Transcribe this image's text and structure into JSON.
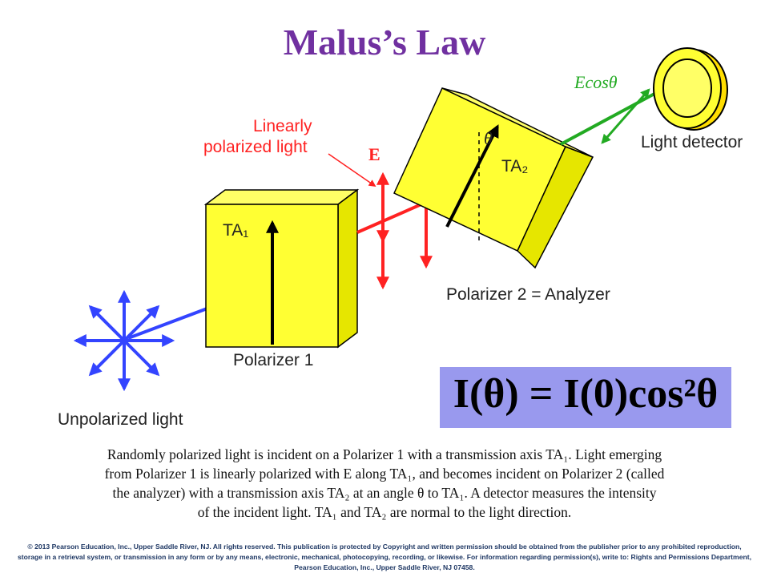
{
  "title": "Malus’s Law",
  "labels": {
    "e_cos": "Ecosθ",
    "light_detector": "Light detector",
    "linearly_polarized_line1": "Linearly",
    "linearly_polarized_line2": "polarized light",
    "e_field": "E",
    "theta": "θ",
    "ta2": "TA₂",
    "ta1": "TA₁",
    "polarizer2": "Polarizer 2 = Analyzer",
    "polarizer1": "Polarizer 1",
    "unpolarized": "Unpolarized light"
  },
  "formula": "I(θ) = I(0)cos²θ",
  "caption": {
    "line1": "Randomly polarized light is incident on a Polarizer 1 with a transmission axis  TA₁. Light emerging",
    "line2": "from Polarizer 1 is linearly polarized with E along TA₁, and becomes incident on Polarizer 2 (called",
    "line3": "the analyzer) with a transmission axis TA₂ at an angle  θ  to TA₁. A detector measures the intensity",
    "line4": "of the incident light. TA₁ and TA₂ are normal to the light direction."
  },
  "copyright": "© 2013 Pearson Education, Inc., Upper Saddle River, NJ. All rights reserved. This publication is protected by Copyright and written permission should be obtained from the publisher prior to any prohibited reproduction, storage in a retrieval system, or transmission in any form or by any means, electronic, mechanical, photocopying, recording, or likewise. For information regarding permission(s), write to: Rights and Permissions Department, Pearson Education, Inc., Upper Saddle River, NJ 07458.",
  "colors": {
    "title": "#7030a0",
    "polarizer_fill": "#ffff33",
    "unpolarized_arrows": "#3344ff",
    "linearly_polarized": "#ff2222",
    "transmitted": "#22aa22",
    "formula_bg": "#9999ee"
  }
}
